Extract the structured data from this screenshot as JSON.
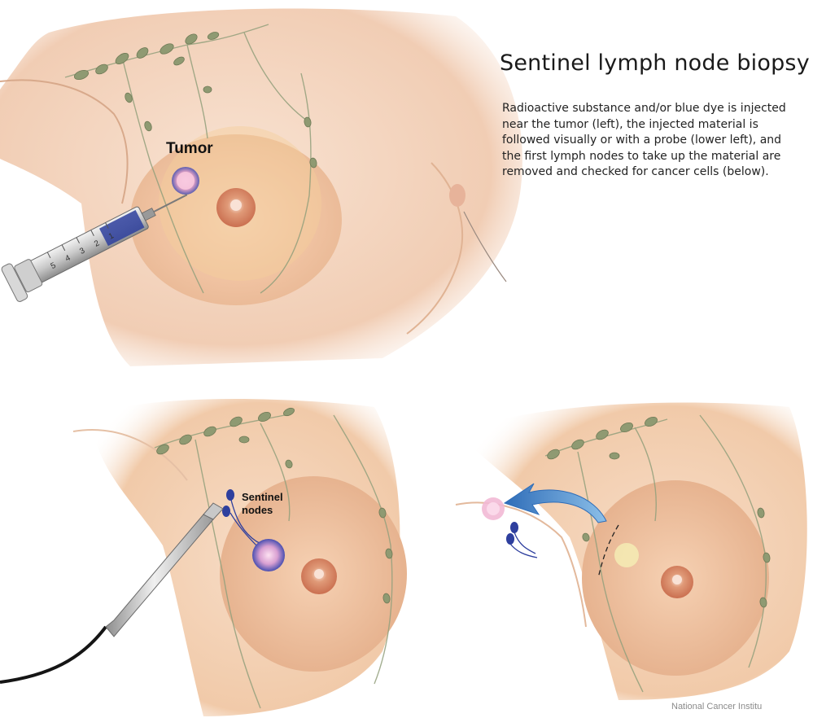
{
  "title": "Sentinel lymph node biopsy",
  "description": "Radioactive substance and/or blue dye is injected near the tumor (left), the injected material is followed visually or with a probe (lower left), and the first lymph nodes to take up the material are removed and checked for cancer cells (below).",
  "labels": {
    "tumor": "Tumor",
    "sentinel_line1": "Sentinel",
    "sentinel_line2": "nodes"
  },
  "syringe_marks": [
    "1",
    "2",
    "3",
    "4",
    "5"
  ],
  "credit": "National Cancer Institu",
  "colors": {
    "skin": "#f6dcc8",
    "skin_shadow": "#e9b99b",
    "lymph_node": "#8f9a72",
    "dye_blue": "#2e3f9e",
    "tumor_pink": "#e9a5c7",
    "arrow_blue": "#4f8fd0"
  }
}
